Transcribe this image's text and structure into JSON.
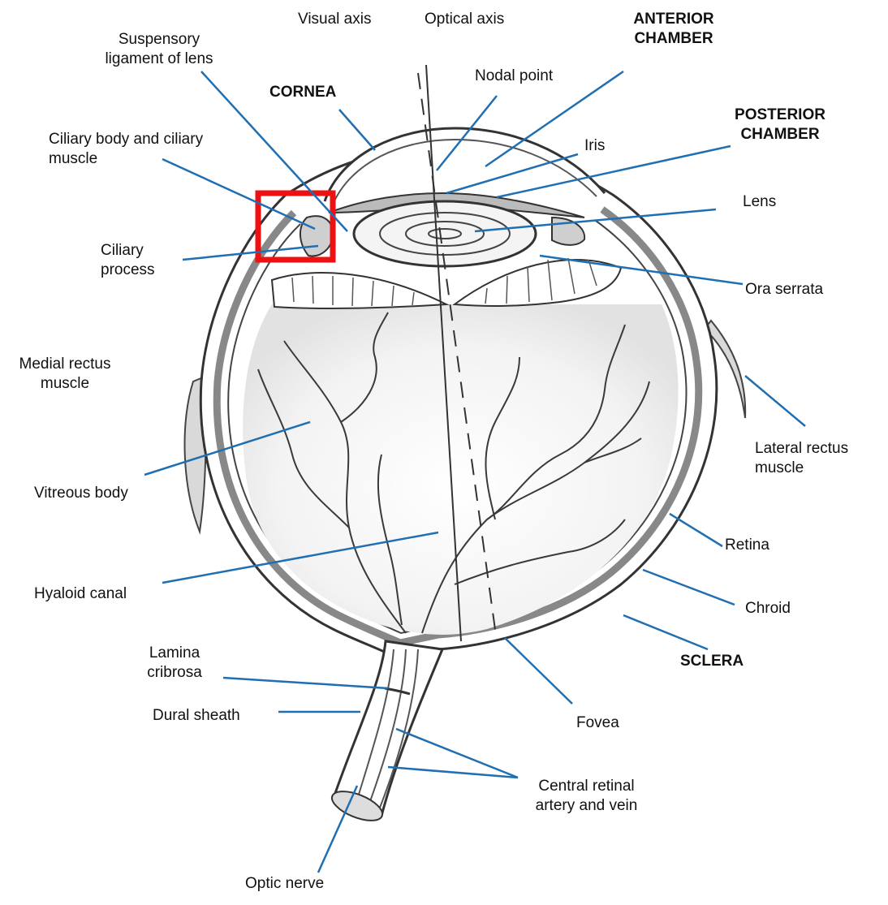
{
  "colors": {
    "leader": "#1f6fb2",
    "ink": "#3a3a3a",
    "highlight": "#ee1111"
  },
  "labels": {
    "visual_axis": "Visual axis",
    "optical_axis": "Optical axis",
    "anterior_chamber_1": "ANTERIOR",
    "anterior_chamber_2": "CHAMBER",
    "suspensory_1": "Suspensory",
    "suspensory_2": "ligament of lens",
    "nodal_point": "Nodal point",
    "cornea": "CORNEA",
    "posterior_chamber_1": "POSTERIOR",
    "posterior_chamber_2": "CHAMBER",
    "ciliary_body_1": "Ciliary body and ciliary",
    "ciliary_body_2": "muscle",
    "iris": "Iris",
    "lens": "Lens",
    "ciliary_process_1": "Ciliary",
    "ciliary_process_2": "process",
    "ora_serrata": "Ora serrata",
    "medial_rectus_1": "Medial rectus",
    "medial_rectus_2": "muscle",
    "lateral_rectus_1": "Lateral rectus",
    "lateral_rectus_2": "muscle",
    "vitreous_body": "Vitreous body",
    "retina": "Retina",
    "hyaloid_canal": "Hyaloid canal",
    "chroid": "Chroid",
    "lamina_cribrosa_1": "Lamina",
    "lamina_cribrosa_2": "cribrosa",
    "sclera": "SCLERA",
    "dural_sheath": "Dural sheath",
    "fovea": "Fovea",
    "central_retinal_1": "Central retinal",
    "central_retinal_2": "artery and vein",
    "optic_nerve": "Optic nerve"
  }
}
